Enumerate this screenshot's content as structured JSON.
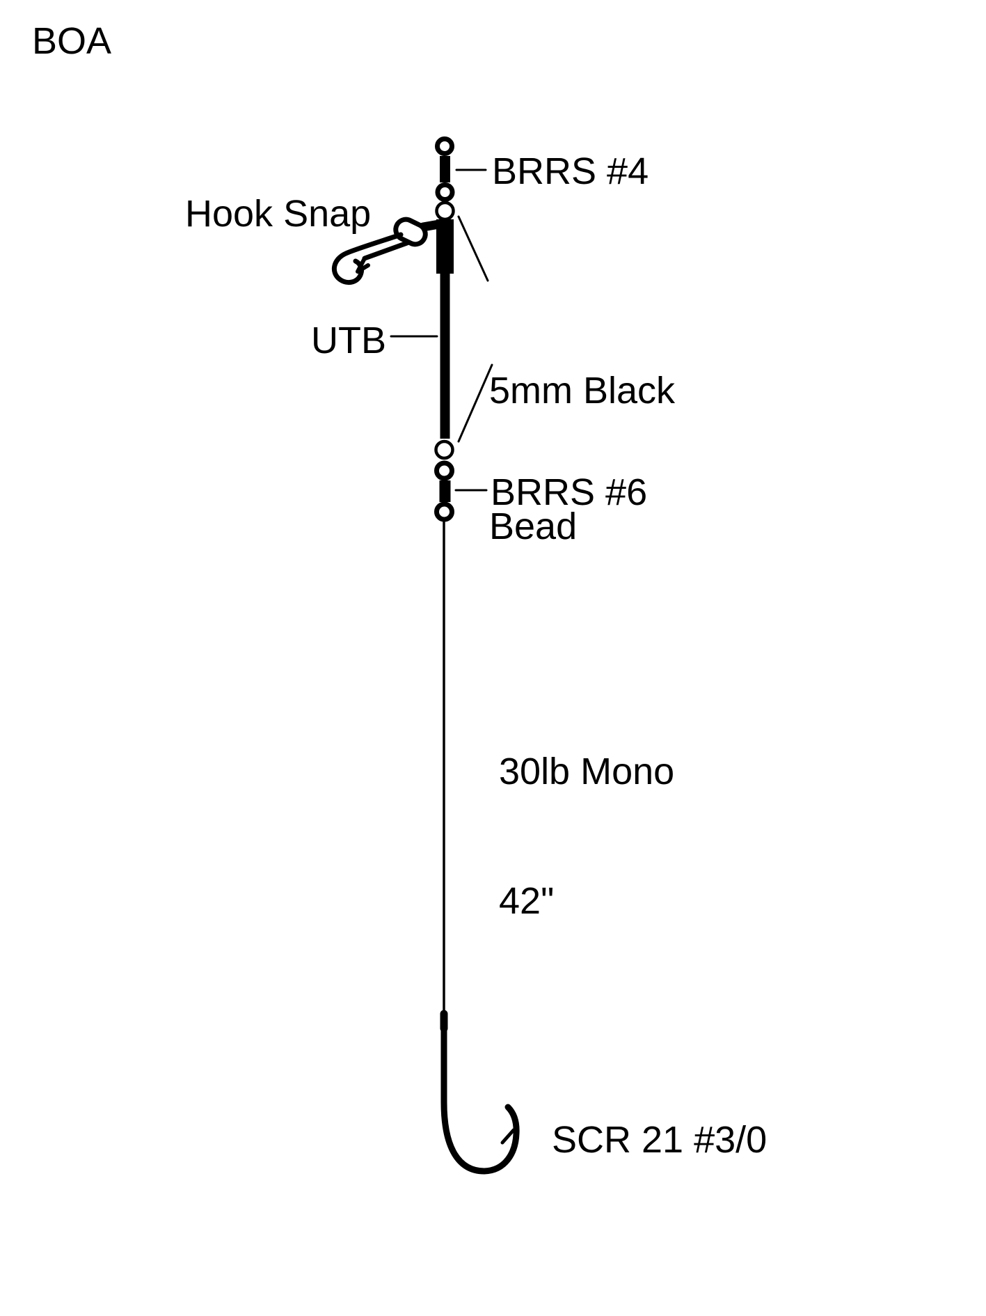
{
  "title": "BOA",
  "diagram": {
    "kind": "fishing-rig-diagram",
    "labels": {
      "brrs4": "BRRS #4",
      "hook_snap": "Hook Snap",
      "black_bead_line1": "5mm Black",
      "black_bead_line2": "Bead",
      "utb": "UTB",
      "brrs6": "BRRS #6",
      "mono_line1": "30lb Mono",
      "mono_line2": "42\"",
      "hook": "SCR 21 #3/0"
    }
  },
  "colors": {
    "ink": "#000000",
    "background": "#ffffff"
  }
}
